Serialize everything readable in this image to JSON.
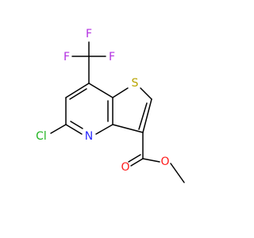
{
  "molecule": {
    "atoms": {
      "F1": "F",
      "F2": "F",
      "F3": "F",
      "S": "S",
      "N": "N",
      "Cl": "Cl",
      "O1": "O",
      "O2": "O"
    },
    "colors": {
      "bond": "#000000",
      "fluorine": "#b22ee0",
      "sulfur": "#b8a400",
      "nitrogen": "#2a2aff",
      "chlorine": "#22b522",
      "oxygen": "#ff1a1a"
    }
  }
}
